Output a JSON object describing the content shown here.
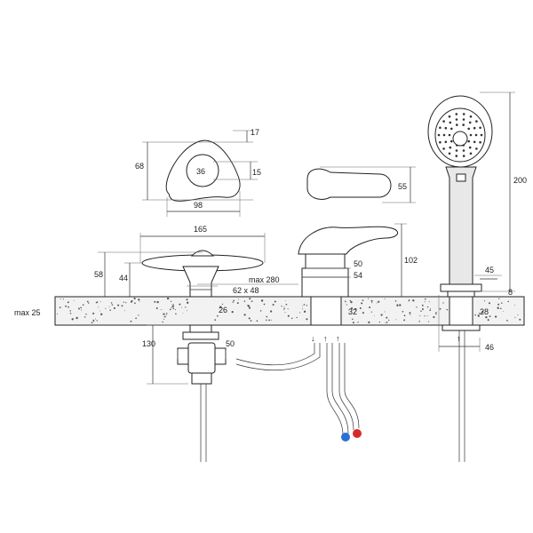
{
  "drawing": {
    "labels": {
      "handle_height": "17",
      "handle_depth": "68",
      "handle_hole": "36",
      "handle_side": "15",
      "handle_width": "98",
      "spout_height": "55",
      "overall_width": "165",
      "head_height": "58",
      "body_height": "44",
      "reach": "max 280",
      "base_size": "62 x 48",
      "base_dia": "26",
      "mixer_height": "102",
      "mixer_dia": "50",
      "mixer_base": "54",
      "mixer_stem": "32",
      "counter_thickness": "max 25",
      "valve_drop": "130",
      "valve_width": "50",
      "shower_height": "200",
      "shower_collar": "45",
      "shower_ring": "8",
      "shower_stem": "28",
      "shower_hole": "46"
    },
    "hose_colors": {
      "cold": "#2a6fd6",
      "hot": "#d62a2a"
    }
  }
}
